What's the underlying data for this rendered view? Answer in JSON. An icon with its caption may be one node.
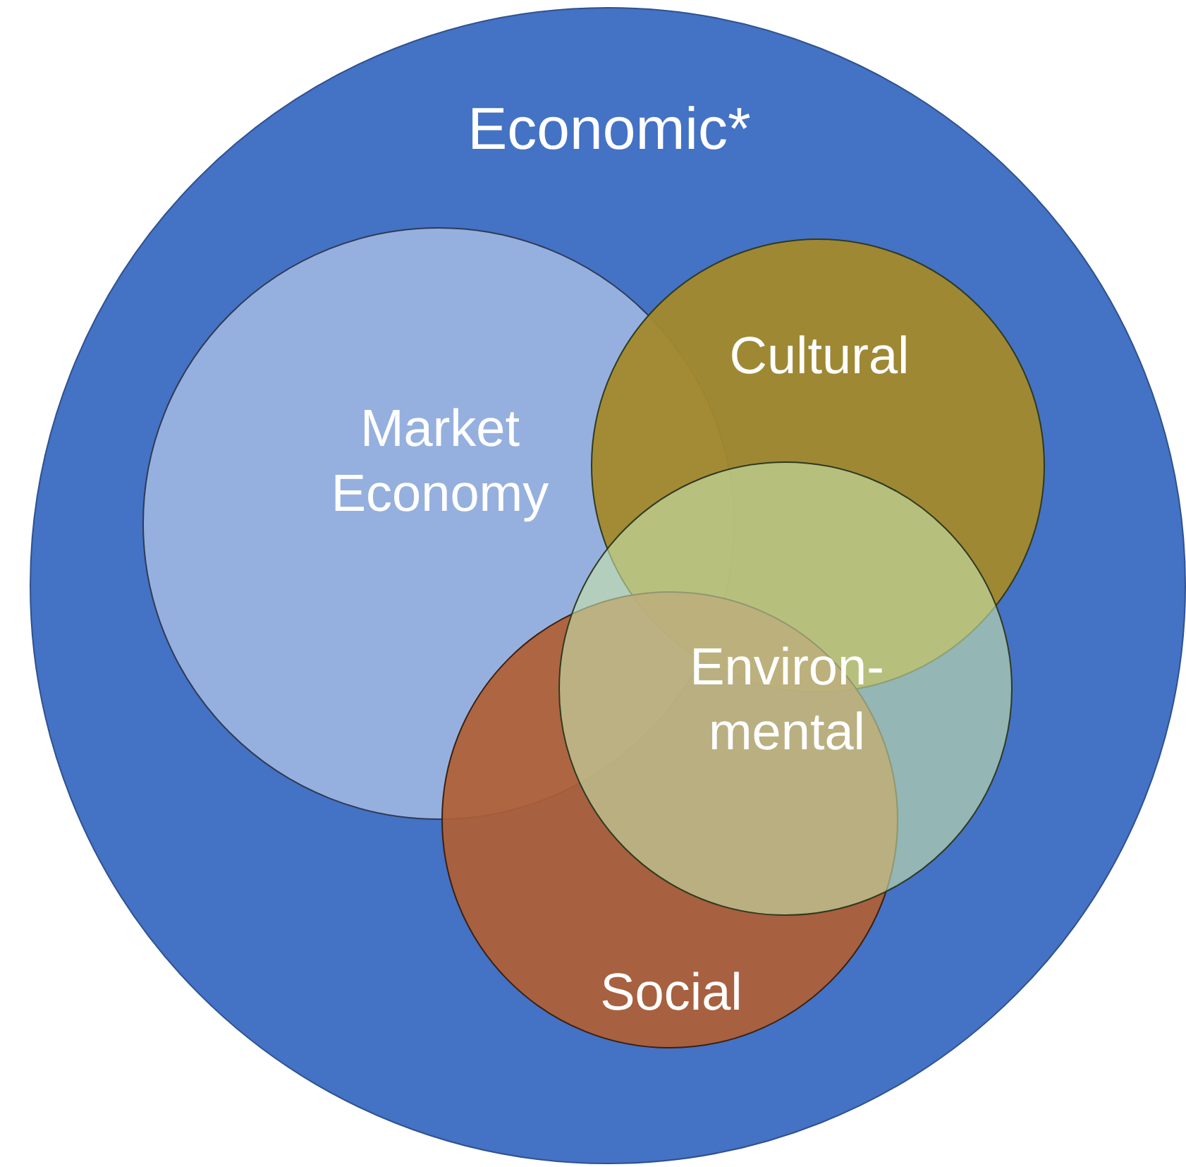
{
  "diagram": {
    "nodes": [
      {
        "text": [
          "Economic*"
        ]
      },
      {
        "text": [
          "Market Economy"
        ],
        "in": 0
      },
      {
        "text": [
          "Cultural"
        ],
        "in": 0
      },
      {
        "text": [
          "Social"
        ],
        "in": 0
      },
      {
        "text": [
          "Environ-mental"
        ],
        "in": 0
      }
    ]
  }
}
